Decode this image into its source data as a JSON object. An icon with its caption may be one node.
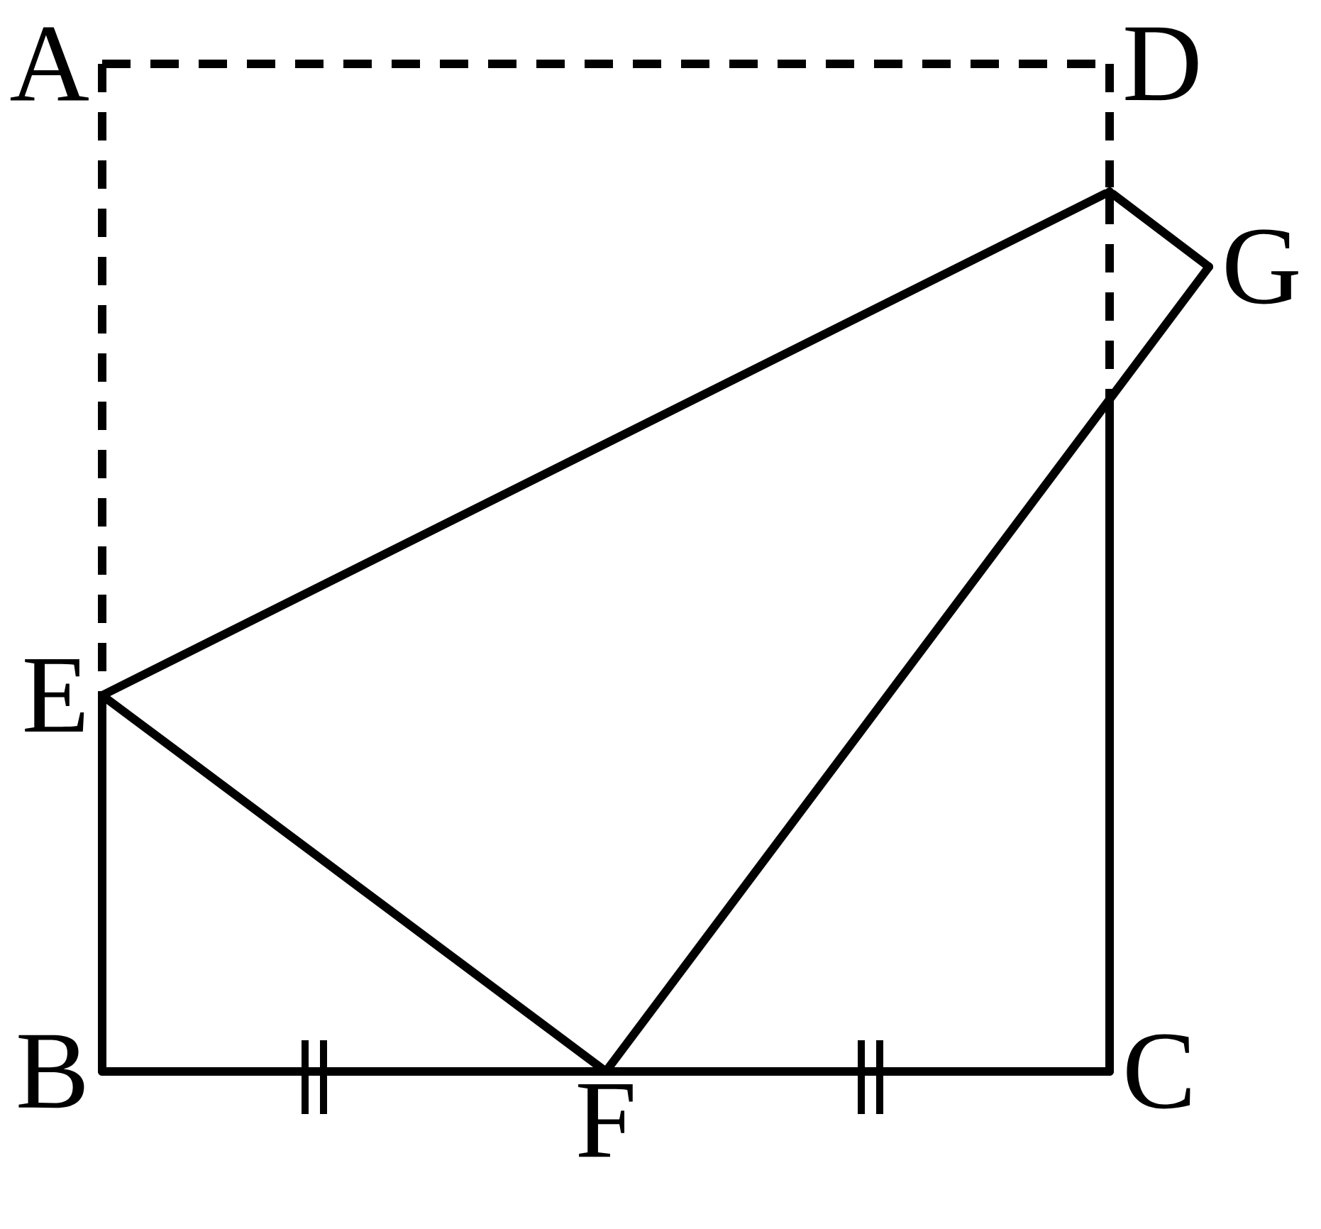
{
  "diagram": {
    "nodes": [
      {
        "text": [
          "A"
        ]
      },
      {
        "text": [
          "D"
        ]
      },
      {
        "text": [],
        "shape": "point"
      },
      {
        "text": [
          "G"
        ]
      },
      {
        "text": [
          "E"
        ]
      },
      {
        "text": [
          "B"
        ]
      },
      {
        "text": [
          "F"
        ]
      },
      {
        "text": [
          "C"
        ]
      }
    ],
    "edges": [
      {
        "from": 0,
        "to": 1,
        "arrow": "none",
        "style": "dashed"
      },
      {
        "from": 0,
        "to": 4,
        "arrow": "none",
        "style": "dashed"
      },
      {
        "from": 1,
        "to": 2,
        "arrow": "none",
        "style": "dashed"
      },
      {
        "from": 2,
        "to": null,
        "arrow": "none",
        "style": "dashed"
      },
      {
        "from": 7,
        "to": null,
        "arrow": "none"
      },
      {
        "from": 4,
        "to": 5,
        "arrow": "none"
      },
      {
        "from": 5,
        "to": 6,
        "arrow": "none"
      },
      {
        "from": 6,
        "to": 7,
        "arrow": "none"
      },
      {
        "from": 4,
        "to": 6,
        "arrow": "none"
      },
      {
        "from": 4,
        "to": 2,
        "arrow": "none"
      },
      {
        "from": 2,
        "to": 3,
        "arrow": "none"
      },
      {
        "from": 3,
        "to": 6,
        "arrow": "none"
      }
    ]
  }
}
